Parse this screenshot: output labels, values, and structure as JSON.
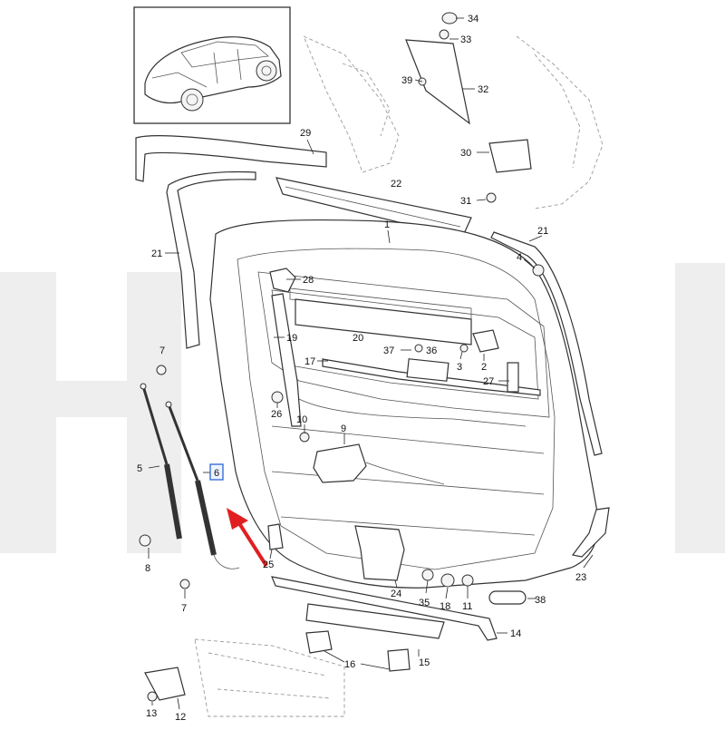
{
  "diagram": {
    "callouts": [
      {
        "id": "c34",
        "label": "34",
        "highlighted": false
      },
      {
        "id": "c33",
        "label": "33",
        "highlighted": false
      },
      {
        "id": "c39",
        "label": "39",
        "highlighted": false
      },
      {
        "id": "c32",
        "label": "32",
        "highlighted": false
      },
      {
        "id": "c29",
        "label": "29",
        "highlighted": false
      },
      {
        "id": "c30",
        "label": "30",
        "highlighted": false
      },
      {
        "id": "c22",
        "label": "22",
        "highlighted": false
      },
      {
        "id": "c31",
        "label": "31",
        "highlighted": false
      },
      {
        "id": "c1",
        "label": "1",
        "highlighted": false
      },
      {
        "id": "c21a",
        "label": "21",
        "highlighted": false
      },
      {
        "id": "c21b",
        "label": "21",
        "highlighted": false
      },
      {
        "id": "c4",
        "label": "4",
        "highlighted": false
      },
      {
        "id": "c28",
        "label": "28",
        "highlighted": false
      },
      {
        "id": "c19",
        "label": "19",
        "highlighted": false
      },
      {
        "id": "c20",
        "label": "20",
        "highlighted": false
      },
      {
        "id": "c37",
        "label": "37",
        "highlighted": false
      },
      {
        "id": "c36",
        "label": "36",
        "highlighted": false
      },
      {
        "id": "c3",
        "label": "3",
        "highlighted": false
      },
      {
        "id": "c2",
        "label": "2",
        "highlighted": false
      },
      {
        "id": "c7a",
        "label": "7",
        "highlighted": false
      },
      {
        "id": "c17",
        "label": "17",
        "highlighted": false
      },
      {
        "id": "c27",
        "label": "27",
        "highlighted": false
      },
      {
        "id": "c26",
        "label": "26",
        "highlighted": false
      },
      {
        "id": "c10",
        "label": "10",
        "highlighted": false
      },
      {
        "id": "c9",
        "label": "9",
        "highlighted": false
      },
      {
        "id": "c5",
        "label": "5",
        "highlighted": false
      },
      {
        "id": "c6",
        "label": "6",
        "highlighted": true
      },
      {
        "id": "c8",
        "label": "8",
        "highlighted": false
      },
      {
        "id": "c25",
        "label": "25",
        "highlighted": false
      },
      {
        "id": "c23",
        "label": "23",
        "highlighted": false
      },
      {
        "id": "c7b",
        "label": "7",
        "highlighted": false
      },
      {
        "id": "c24",
        "label": "24",
        "highlighted": false
      },
      {
        "id": "c35",
        "label": "35",
        "highlighted": false
      },
      {
        "id": "c18",
        "label": "18",
        "highlighted": false
      },
      {
        "id": "c11",
        "label": "11",
        "highlighted": false
      },
      {
        "id": "c38",
        "label": "38",
        "highlighted": false
      },
      {
        "id": "c14",
        "label": "14",
        "highlighted": false
      },
      {
        "id": "c16",
        "label": "16",
        "highlighted": false
      },
      {
        "id": "c15",
        "label": "15",
        "highlighted": false
      },
      {
        "id": "c13",
        "label": "13",
        "highlighted": false
      },
      {
        "id": "c12",
        "label": "12",
        "highlighted": false
      }
    ],
    "colors": {
      "line": "#333333",
      "highlight_box": "#3a6fd8",
      "arrow": "#e02020",
      "watermark": "#eeeeee"
    },
    "icons": {
      "inset": "car-inset-icon",
      "arrow": "red-pointer-arrow-icon"
    }
  }
}
